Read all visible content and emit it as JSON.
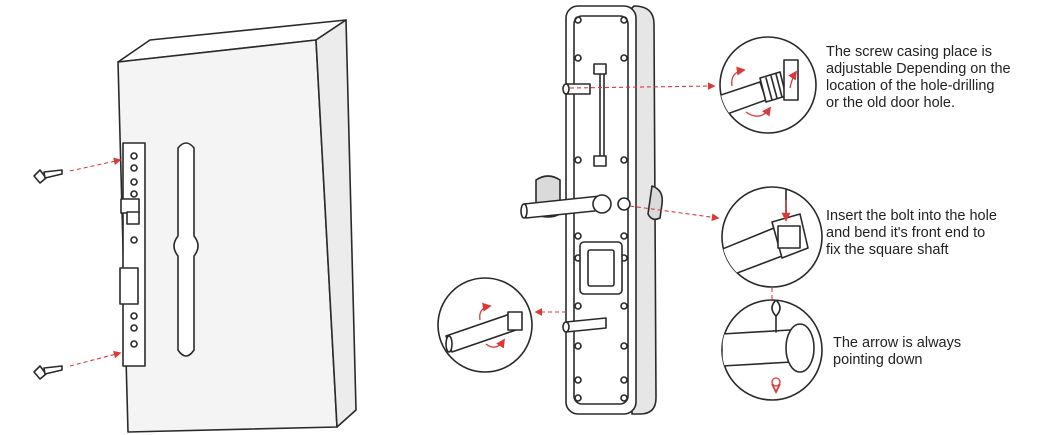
{
  "callouts": [
    {
      "lines": [
        "The screw casing place is",
        "adjustable Depending on the",
        "location of the hole-drilling",
        "or the old door hole."
      ]
    },
    {
      "lines": [
        "Insert the bolt into the hole",
        "and bend it's front end to",
        "fix the square shaft"
      ]
    },
    {
      "lines": [
        "The arrow is always",
        "pointing down"
      ]
    }
  ],
  "colors": {
    "line": "#2a2a2a",
    "arrow": "#d93a3a",
    "fill": "#ffffff",
    "shade": "#e9e9e9"
  }
}
